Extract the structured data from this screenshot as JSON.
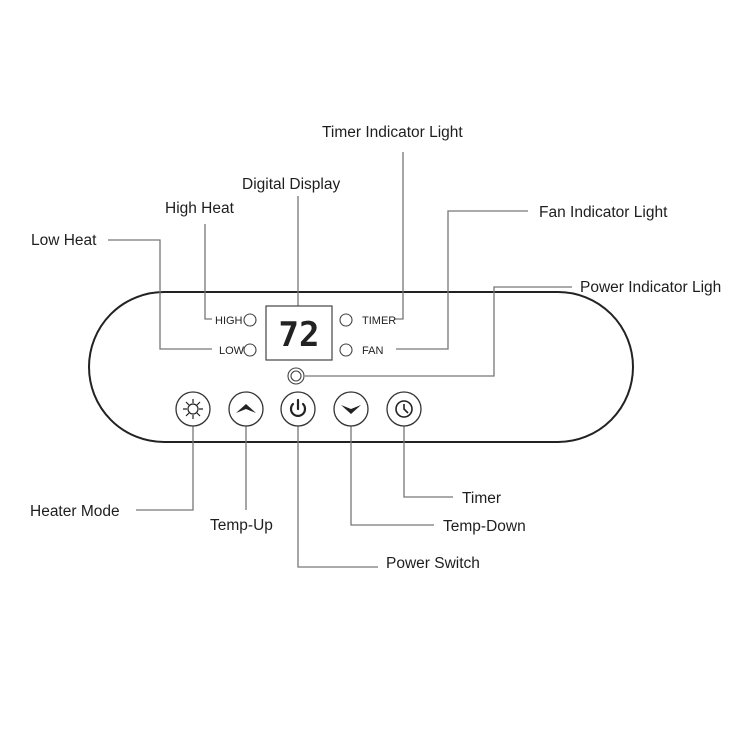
{
  "callouts": {
    "timer_indicator_light": "Timer Indicator Light",
    "digital_display": "Digital Display",
    "high_heat": "High Heat",
    "fan_indicator_light": "Fan Indicator Light",
    "low_heat": "Low Heat",
    "power_indicator_light": "Power Indicator Ligh",
    "heater_mode": "Heater Mode",
    "temp_up": "Temp-Up",
    "timer": "Timer",
    "temp_down": "Temp-Down",
    "power_switch": "Power Switch"
  },
  "panel": {
    "high": "HIGH",
    "low": "LOW",
    "timer": "TIMER",
    "fan": "FAN",
    "display_value": "72"
  },
  "buttons": [
    {
      "icon": "sun-icon"
    },
    {
      "icon": "chevron-up-icon"
    },
    {
      "icon": "power-icon"
    },
    {
      "icon": "chevron-down-icon"
    },
    {
      "icon": "clock-icon"
    }
  ]
}
